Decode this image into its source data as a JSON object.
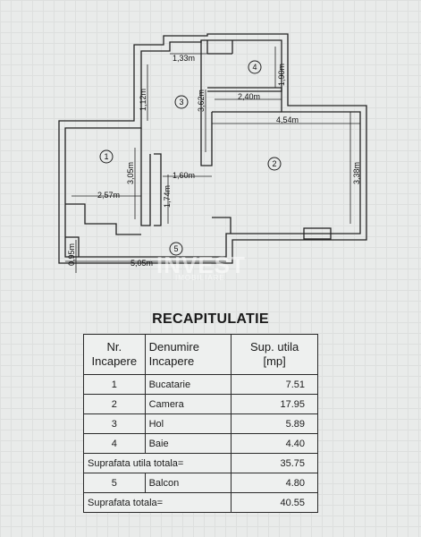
{
  "plan": {
    "room_numbers": [
      "1",
      "2",
      "3",
      "4",
      "5"
    ],
    "dimensions": {
      "d133": "1,33m",
      "d190": "1,90m",
      "d112": "1,12m",
      "d362": "3,62m",
      "d240": "2,40m",
      "d454": "4,54m",
      "d338": "3,38m",
      "d305": "3,05m",
      "d160": "1,60m",
      "d257": "2,57m",
      "d174": "1,74m",
      "d095": "0,95m",
      "d505": "5,05m"
    },
    "watermark": "INVEST",
    "watermark_sub": "IMOBILIARE"
  },
  "summary": {
    "title": "RECAPITULATIE",
    "headers": {
      "nr_line1": "Nr.",
      "nr_line2": "Incapere",
      "name_line1": "Denumire",
      "name_line2": "Incapere",
      "area_line1": "Sup. utila",
      "area_line2": "[mp]"
    },
    "rows": [
      {
        "nr": "1",
        "name": "Bucatarie",
        "area": "7.51"
      },
      {
        "nr": "2",
        "name": "Camera",
        "area": "17.95"
      },
      {
        "nr": "3",
        "name": "Hol",
        "area": "5.89"
      },
      {
        "nr": "4",
        "name": "Baie",
        "area": "4.40"
      }
    ],
    "useful_total_label": "Suprafata utila totala=",
    "useful_total_value": "35.75",
    "balcony": {
      "nr": "5",
      "name": "Balcon",
      "area": "4.80"
    },
    "grand_total_label": "Suprafata totala=",
    "grand_total_value": "40.55"
  }
}
